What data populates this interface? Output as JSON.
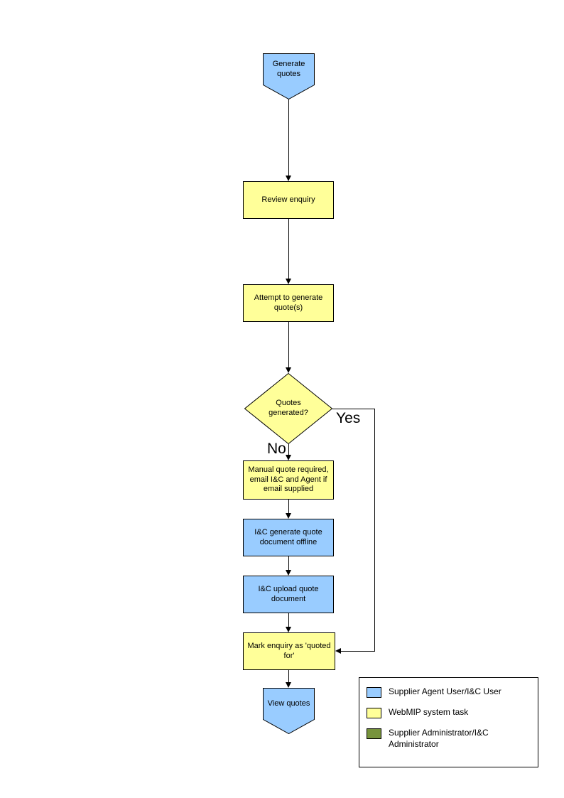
{
  "diagram": {
    "nodes": {
      "generate_quotes": "Generate quotes",
      "review_enquiry": "Review enquiry",
      "attempt_generate": "Attempt to generate quote(s)",
      "quotes_generated": "Quotes generated?",
      "manual_quote": "Manual quote required, email I&C and Agent if email supplied",
      "ic_generate_offline": "I&C generate quote document offline",
      "ic_upload": "I&C upload quote document",
      "mark_enquiry": "Mark enquiry as 'quoted for'",
      "view_quotes": "View quotes"
    },
    "edge_labels": {
      "yes": "Yes",
      "no": "No"
    },
    "legend": {
      "items": [
        {
          "swatch": "user_task",
          "label": "Supplier Agent User/I&C User"
        },
        {
          "swatch": "system_task",
          "label": "WebMIP system task"
        },
        {
          "swatch": "admin_task",
          "label": "Supplier Administrator/I&C Administrator"
        }
      ]
    },
    "colors": {
      "user_task": "#99CCFF",
      "system_task": "#FFFF99",
      "admin_task": "#77933C",
      "line": "#000000"
    }
  }
}
